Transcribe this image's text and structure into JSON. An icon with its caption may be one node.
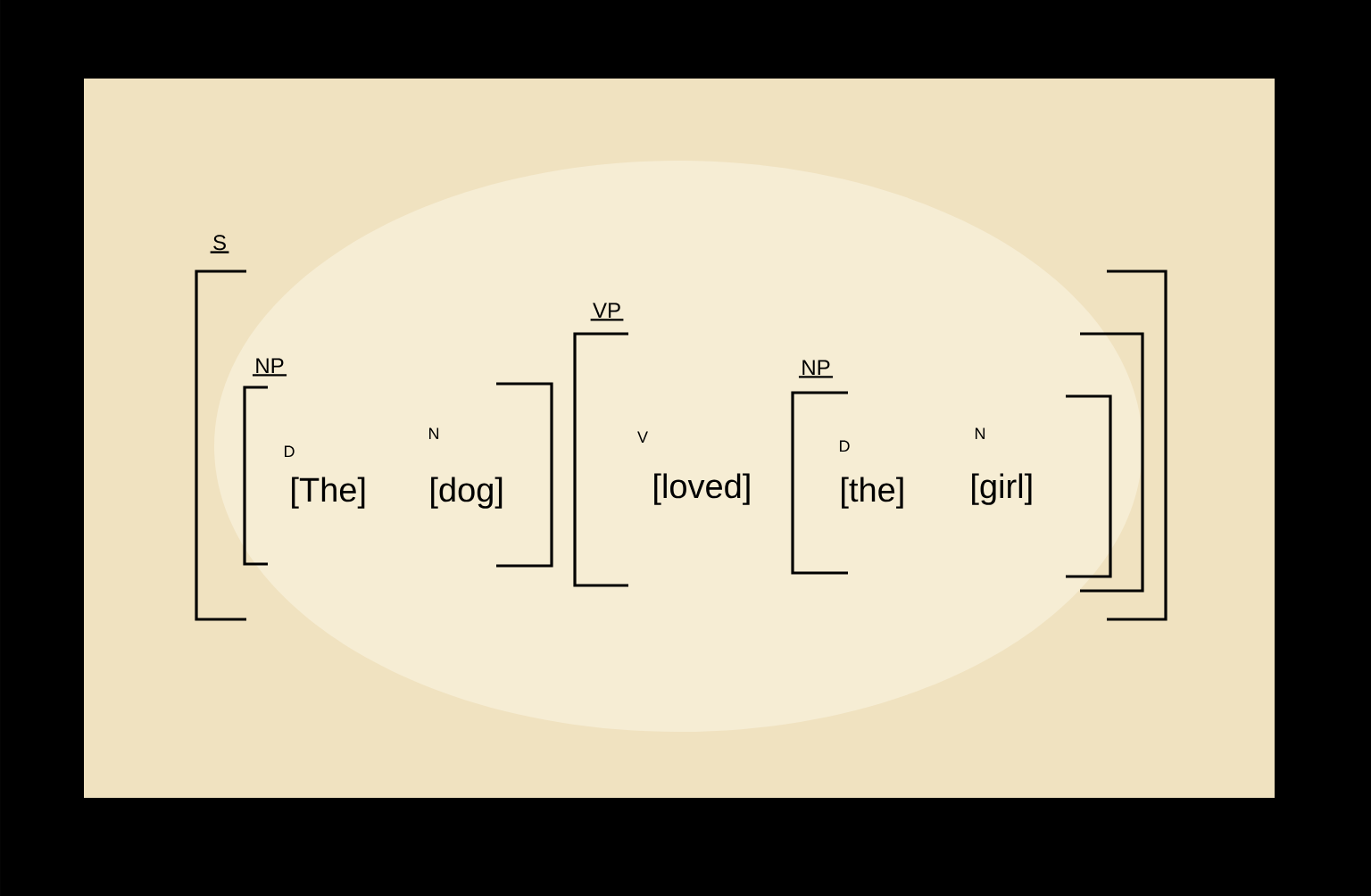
{
  "diagram": {
    "nodes": [
      {
        "text": [
          "S"
        ]
      },
      {
        "text": [
          "NP"
        ],
        "in": 0
      },
      {
        "text": [
          "D",
          "[The]"
        ],
        "in": 1
      },
      {
        "text": [
          "N",
          "[dog]"
        ],
        "in": 1
      },
      {
        "text": [
          "VP"
        ],
        "in": 0
      },
      {
        "text": [
          "V",
          "[loved]"
        ],
        "in": 4
      },
      {
        "text": [
          "NP"
        ],
        "in": 4
      },
      {
        "text": [
          "D",
          "[the]"
        ],
        "in": 6
      },
      {
        "text": [
          "N",
          "[girl]"
        ],
        "in": 6
      }
    ]
  }
}
